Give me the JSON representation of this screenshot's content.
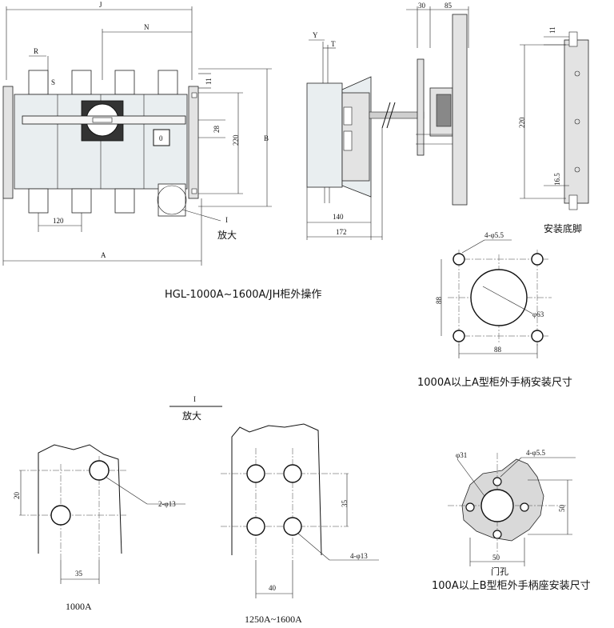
{
  "main_view": {
    "dims": {
      "J": "J",
      "N": "N",
      "R": "R",
      "S": "S",
      "d11": "11",
      "d28": "28",
      "d220": "220",
      "B": "B",
      "d120": "120",
      "A": "A",
      "I": "I"
    },
    "zoom_label": "放大",
    "switch_label": "0",
    "caption": "HGL-1000A~1600A/JH柜外操作"
  },
  "side_view": {
    "dims": {
      "d30": "30",
      "d85": "85",
      "Y": "Y",
      "T": "T",
      "d140": "140",
      "d172": "172"
    }
  },
  "mount_foot": {
    "dims": {
      "d11": "11",
      "d220": "220",
      "d16_5": "16.5"
    },
    "caption": "安装底脚"
  },
  "handle_a": {
    "dims": {
      "holes": "4-φ5.5",
      "d88v": "88",
      "d88h": "88",
      "bore": "φ63"
    },
    "caption": "1000A以上A型柜外手柄安装尺寸"
  },
  "detail_header": {
    "I": "I",
    "label": "放大"
  },
  "detail_1000": {
    "dims": {
      "d20": "20",
      "d35": "35",
      "holes": "2-φ13"
    },
    "caption": "1000A"
  },
  "detail_1600": {
    "dims": {
      "d35": "35",
      "d40": "40",
      "holes": "4-φ13"
    },
    "caption": "1250A~1600A"
  },
  "handle_b": {
    "dims": {
      "bore": "φ31",
      "holes": "4-φ5.5",
      "d50v": "50",
      "d50h": "50",
      "door": "门孔"
    },
    "caption": "100A以上B型柜外手柄座安装尺寸"
  }
}
